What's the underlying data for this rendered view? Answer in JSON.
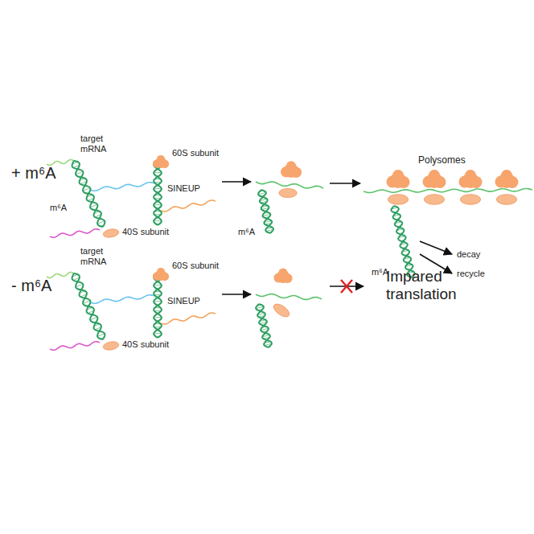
{
  "diagram": {
    "labels": [
      "+ m⁶A",
      "target mRNA",
      "60S subunit",
      "SINEUP",
      "m⁶A",
      "40S subunit",
      "m⁶A",
      "Polysomes",
      "decay",
      "recycle",
      "m⁶A",
      "- m⁶A",
      "target mRNA",
      "60S subunit",
      "SINEUP",
      "40S subunit",
      "Impared translation"
    ]
  }
}
